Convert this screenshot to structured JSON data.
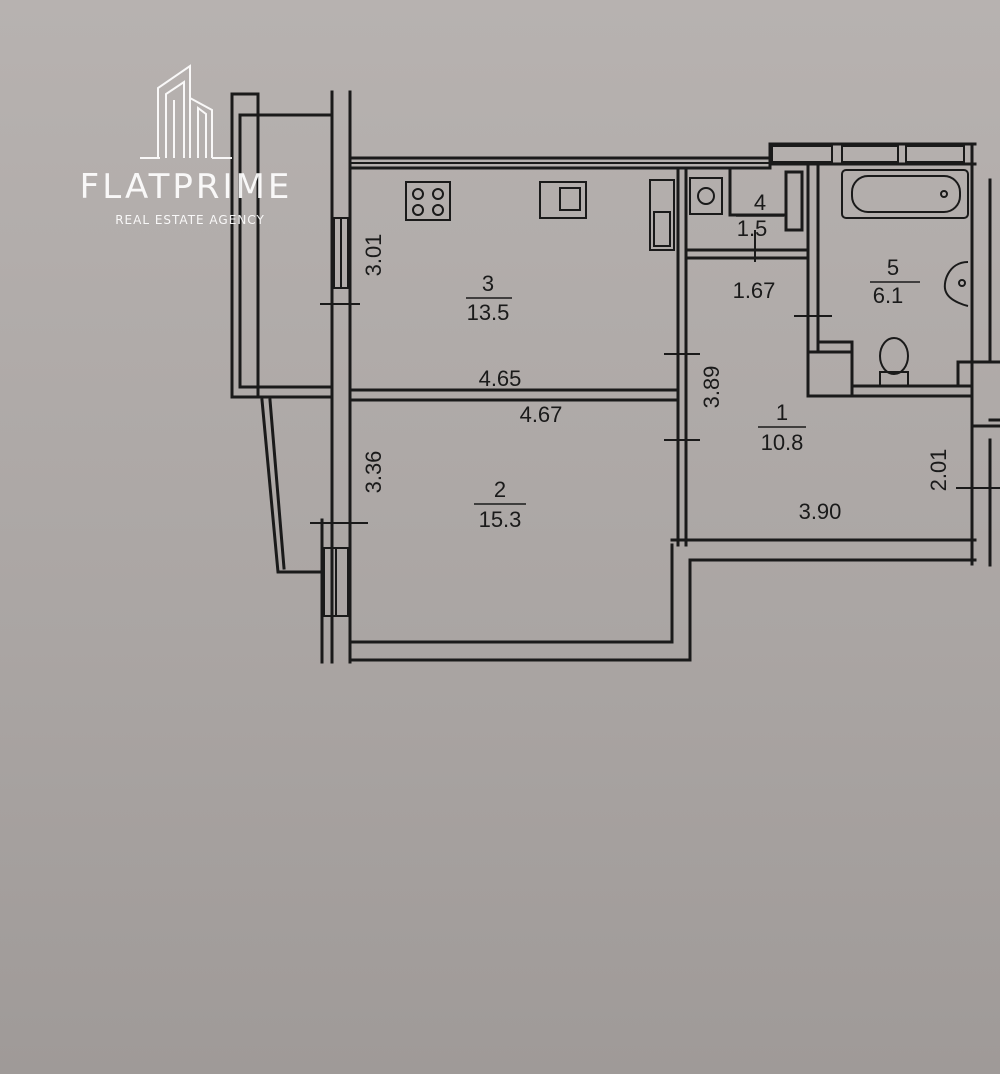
{
  "watermark": {
    "brand": "FLATPRIME",
    "tagline": "REAL ESTATE AGENCY"
  },
  "rooms": [
    {
      "number": "1",
      "area": "10.8"
    },
    {
      "number": "2",
      "area": "15.3"
    },
    {
      "number": "3",
      "area": "13.5"
    },
    {
      "number": "4",
      "area": "1.5"
    },
    {
      "number": "5",
      "area": "6.1"
    }
  ],
  "dimensions": {
    "kitchen_height": "3.01",
    "kitchen_width": "4.65",
    "room2_width": "4.67",
    "room2_height": "3.36",
    "hall_height": "3.89",
    "hall_width": "3.90",
    "closet_width": "1.67",
    "entry_height": "2.01"
  },
  "colors": {
    "paper": "#b1acaa",
    "ink": "#1a1a1a",
    "watermark": "#ffffff"
  }
}
